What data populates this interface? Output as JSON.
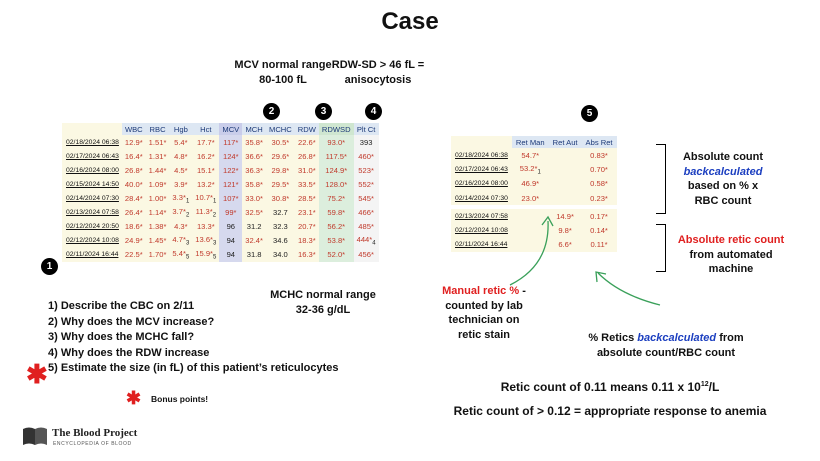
{
  "title": "Case",
  "mcv_note": {
    "line1": "MCV normal range",
    "line2": "80-100 fL"
  },
  "rdw_note": {
    "line1": "RDW-SD > 46 fL =",
    "line2": "anisocytosis"
  },
  "mchc_note": {
    "line1": "MCHC normal range",
    "line2": "32-36 g/dL"
  },
  "badges": [
    "1",
    "2",
    "3",
    "4",
    "5"
  ],
  "cbc_table": {
    "headers": [
      "",
      "WBC",
      "RBC",
      "Hgb",
      "Hct",
      "MCV",
      "MCH",
      "MCHC",
      "RDW",
      "RDWSD",
      "Plt Ct"
    ],
    "rows": [
      [
        "02/18/2024 06:38",
        "12.9*",
        "1.51*",
        "5.4*",
        "17.7*",
        "117*",
        "35.8*",
        "30.5*",
        "22.6*",
        "93.0*",
        "393"
      ],
      [
        "02/17/2024 06:43",
        "16.4*",
        "1.31*",
        "4.8*",
        "16.2*",
        "124*",
        "36.6*",
        "29.6*",
        "26.8*",
        "117.5*",
        "460*"
      ],
      [
        "02/16/2024 08:00",
        "26.8*",
        "1.44*",
        "4.5*",
        "15.1*",
        "122*",
        "36.3*",
        "29.8*",
        "31.0*",
        "124.9*",
        "523*"
      ],
      [
        "02/15/2024 14:50",
        "40.0*",
        "1.09*",
        "3.9*",
        "13.2*",
        "121*",
        "35.8*",
        "29.5*",
        "33.5*",
        "128.0*",
        "552*"
      ],
      [
        "02/14/2024 07:30",
        "28.4*",
        "1.00*",
        "3.3*1",
        "10.7*1",
        "107*",
        "33.0*",
        "30.8*",
        "28.5*",
        "75.2*",
        "545*"
      ],
      [
        "02/13/2024 07:58",
        "26.4*",
        "1.14*",
        "3.7*2",
        "11.3*2",
        "99*",
        "32.5*",
        "32.7",
        "23.1*",
        "59.8*",
        "466*"
      ],
      [
        "02/12/2024 20:50",
        "18.6*",
        "1.38*",
        "4.3*",
        "13.3*",
        "96",
        "31.2",
        "32.3",
        "20.7*",
        "56.2*",
        "485*"
      ],
      [
        "02/12/2024 10:08",
        "24.9*",
        "1.45*",
        "4.7*3",
        "13.6*3",
        "94",
        "32.4*",
        "34.6",
        "18.3*",
        "53.8*",
        "444*4"
      ],
      [
        "02/11/2024 16:44",
        "22.5*",
        "1.70*",
        "5.4*5",
        "15.9*5",
        "94",
        "31.8",
        "34.0",
        "16.3*",
        "52.0*",
        "456*"
      ]
    ]
  },
  "ret_table": {
    "headers": [
      "",
      "Ret Man",
      "Ret Aut",
      "Abs Ret"
    ],
    "rows_top": [
      [
        "02/18/2024 06:38",
        "54.7*",
        "",
        "0.83*"
      ],
      [
        "02/17/2024 06:43",
        "53.2*1",
        "",
        "0.70*"
      ],
      [
        "02/16/2024 08:00",
        "46.9*",
        "",
        "0.58*"
      ],
      [
        "02/14/2024 07:30",
        "23.0*",
        "",
        "0.23*"
      ]
    ],
    "rows_bottom": [
      [
        "02/13/2024 07:58",
        "",
        "14.9*",
        "0.17*"
      ],
      [
        "02/12/2024 10:08",
        "",
        "9.8*",
        "0.14*"
      ],
      [
        "02/11/2024 16:44",
        "",
        "6.6*",
        "0.11*"
      ]
    ]
  },
  "abs_note": {
    "l1": "Absolute count",
    "l2": "backcalculated",
    "l3": "based on % x",
    "l4": "RBC count"
  },
  "auto_note": {
    "l1": "Absolute retic count",
    "l2": "from automated",
    "l3": "machine"
  },
  "manual_note": {
    "l1": "Manual retic %",
    "l1b": " -",
    "l2": "counted by lab",
    "l3": "technician on",
    "l4": "retic stain"
  },
  "pct_note": {
    "l1a": "% Retics ",
    "l1b": "backcalculated",
    "l1c": " from",
    "l2": "absolute count/RBC count"
  },
  "questions": [
    "1) Describe the CBC on 2/11",
    "2) Why does the MCV increase?",
    "3) Why does the MCHC fall?",
    "4) Why does the RDW increase",
    "5) Estimate the size (in fL) of this patient’s reticulocytes"
  ],
  "bonus": "Bonus points!",
  "retic_line1": {
    "a": "Retic count of 0.11 means 0.11 x 10",
    "sup": "12",
    "b": "/L"
  },
  "retic_line2": "Retic count of > 0.12 = appropriate response to anemia",
  "logo": {
    "name": "The Blood Project",
    "tagline": "ENCYCLOPEDIA OF BLOOD"
  },
  "colors": {
    "red": "#e02020",
    "blue": "#1c3fc0",
    "header_bg": "#dde7f3",
    "cell_bg": "#fbf8e3",
    "mcv_col": "#d6d9ee",
    "rdwsd_col": "#dceedd",
    "arrow_green": "#3aa05a"
  }
}
